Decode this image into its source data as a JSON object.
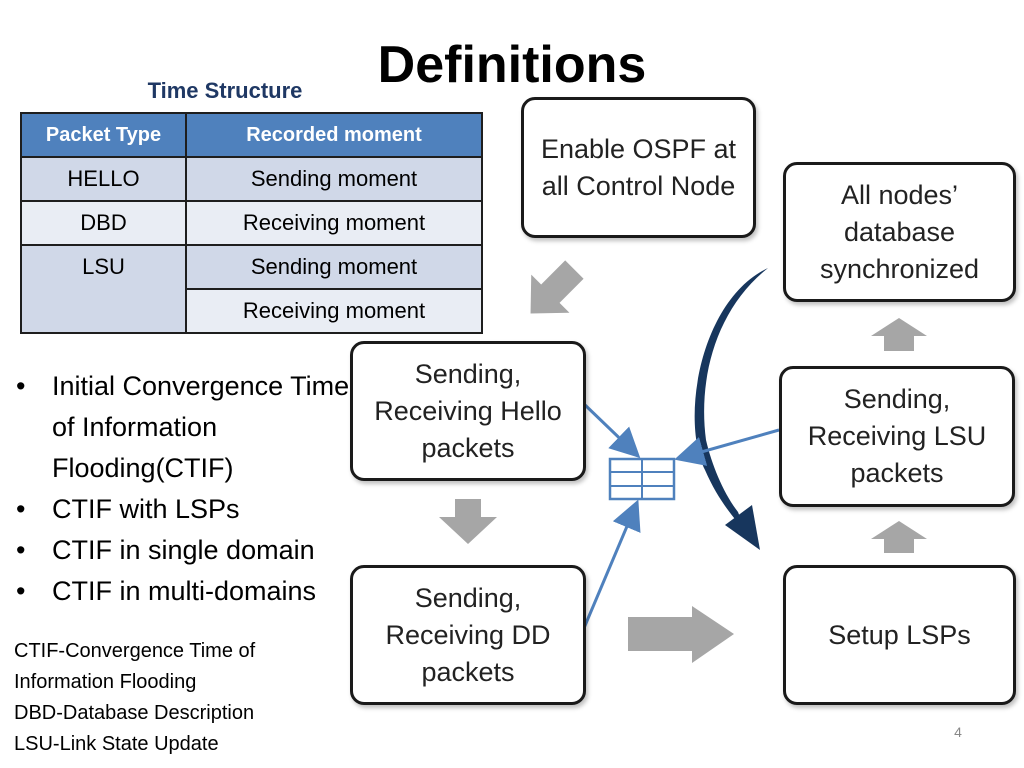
{
  "slide": {
    "title": "Definitions",
    "page_number": "4"
  },
  "table": {
    "caption": "Time Structure",
    "headers": [
      "Packet Type",
      "Recorded moment"
    ],
    "rows": [
      {
        "type": "HELLO",
        "moment": "Sending moment"
      },
      {
        "type": "DBD",
        "moment": "Receiving moment"
      },
      {
        "type": "LSU",
        "moment": "Sending moment"
      },
      {
        "type": "",
        "moment": "Receiving moment"
      }
    ]
  },
  "bullets": [
    "Initial Convergence Time of Information Flooding(CTIF)",
    "CTIF with LSPs",
    "CTIF in single domain",
    "CTIF in multi-domains"
  ],
  "footnotes": [
    "CTIF-Convergence Time of Information Flooding",
    "DBD-Database Description",
    "LSU-Link State Update"
  ],
  "diagram": {
    "nodes": {
      "enable": "Enable OSPF at all Control Node",
      "synced": "All nodes’ database synchronized",
      "hello": "Sending, Receiving Hello packets",
      "lsu": "Sending, Receiving LSU packets",
      "dd": "Sending, Receiving DD packets",
      "setup": "Setup LSPs"
    },
    "colors": {
      "block_arrow": "#a6a6a6",
      "connector": "#4f81bd",
      "curved_arrow": "#17365d",
      "box_border": "#1a1a1a"
    }
  }
}
